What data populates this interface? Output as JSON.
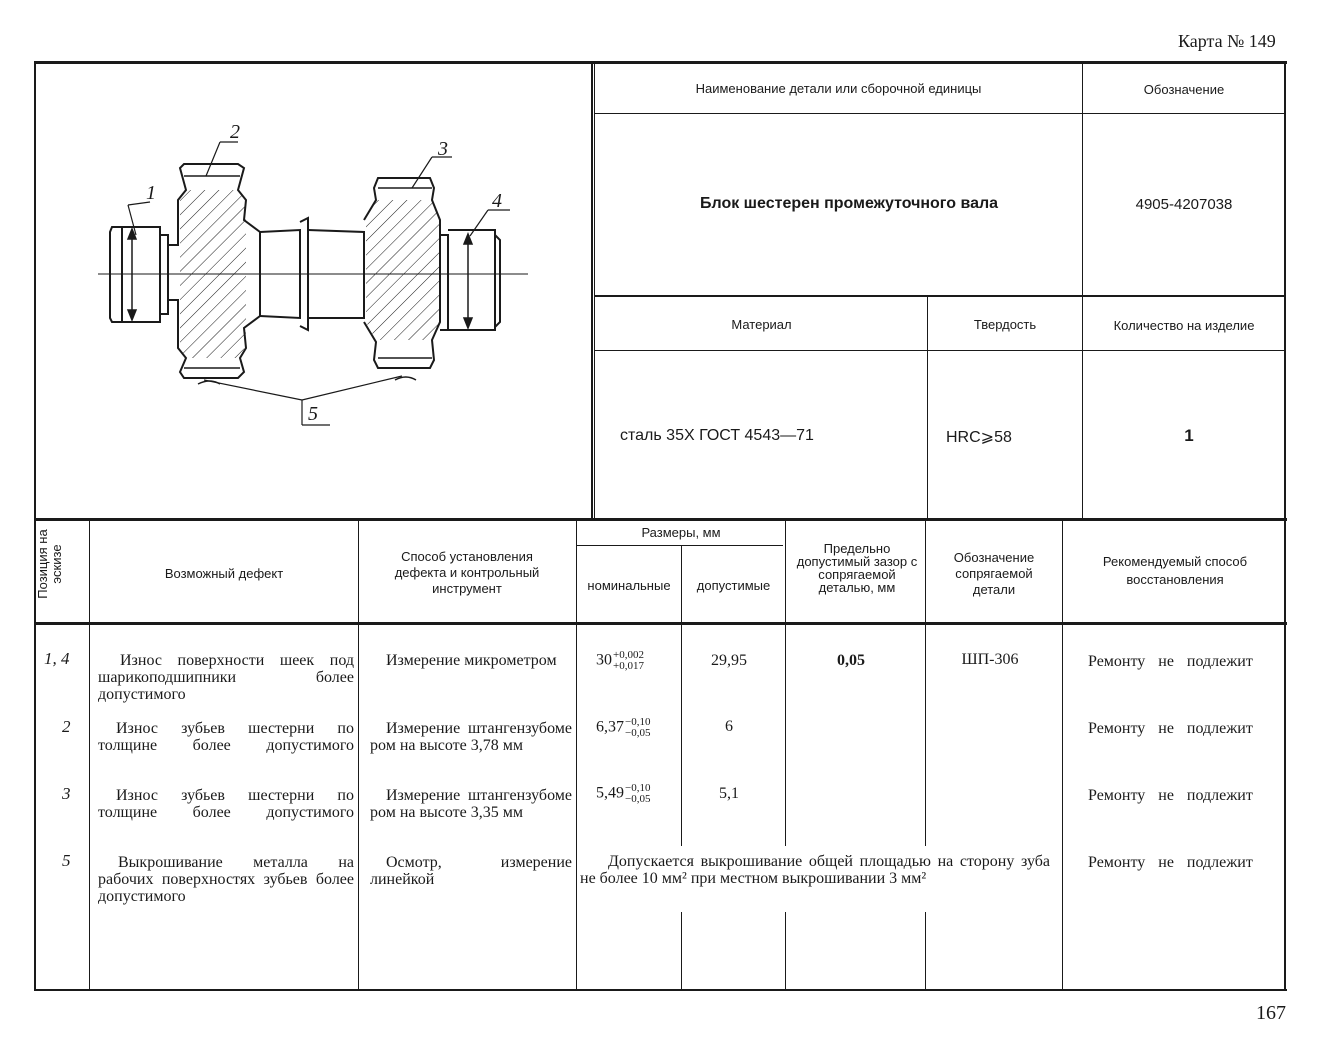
{
  "card_label": "Карта № 149",
  "page_number": "167",
  "part_header": {
    "name_label": "Наименование детали или сборочной единицы",
    "designation_label": "Обозначение",
    "name_value": "Блок шестерен промежуточного вала",
    "designation_value": "4905-4207038",
    "material_label": "Материал",
    "hardness_label": "Твердость",
    "quantity_label": "Количество на изделие",
    "material_value": "сталь 35Х ГОСТ 4543—71",
    "hardness_value": "HRC⩾58",
    "quantity_value": "1"
  },
  "sketch": {
    "callouts": [
      "1",
      "2",
      "3",
      "4",
      "5"
    ]
  },
  "table": {
    "headers": {
      "position": "Позиция на эскизе",
      "defect": "Возможный дефект",
      "method": "Способ установления дефекта и контрольный инструмент",
      "sizes": "Размеры, мм",
      "nominal": "номинальные",
      "allowable": "допустимые",
      "clearance": "Предельно допустимый зазор с сопрягаемой деталью, мм",
      "mating": "Обозначение сопрягаемой детали",
      "repair": "Рекомендуемый способ восстановления"
    },
    "rows": [
      {
        "position": "1, 4",
        "defect": "Износ поверхности шеек под шарикоподшипники более допустимого",
        "method": "Измерение микрометром",
        "nominal": "30",
        "nominal_upper": "+0,002",
        "nominal_lower": "+0,017",
        "allowable": "29,95",
        "clearance": "0,05",
        "mating": "ШП-306",
        "repair": "Ремонту не подлежит"
      },
      {
        "position": "2",
        "defect": "Износ зубьев шестерни по толщине более допустимого",
        "method": "Измерение штангензубомером на высоте 3,78 мм",
        "nominal": "6,37",
        "nominal_upper": "−0,10",
        "nominal_lower": "−0,05",
        "allowable": "6",
        "clearance": "",
        "mating": "",
        "repair": "Ремонту не подлежит"
      },
      {
        "position": "3",
        "defect": "Износ зубьев шестерни по толщине более допустимого",
        "method": "Измерение штангензубомером на высоте 3,35 мм",
        "nominal": "5,49",
        "nominal_upper": "−0,10",
        "nominal_lower": "−0,05",
        "allowable": "5,1",
        "clearance": "",
        "mating": "",
        "repair": "Ремонту не подлежит"
      },
      {
        "position": "5",
        "defect": "Выкрошивание металла на рабочих поверхностях зубьев более допустимого",
        "method": "Осмотр, измерение линейкой",
        "note_text": "Допускается выкрошивание общей площадью на сторону зуба не более 10 мм² при местном выкрошивании 3 мм²",
        "repair": "Ремонту не подлежит"
      }
    ]
  }
}
